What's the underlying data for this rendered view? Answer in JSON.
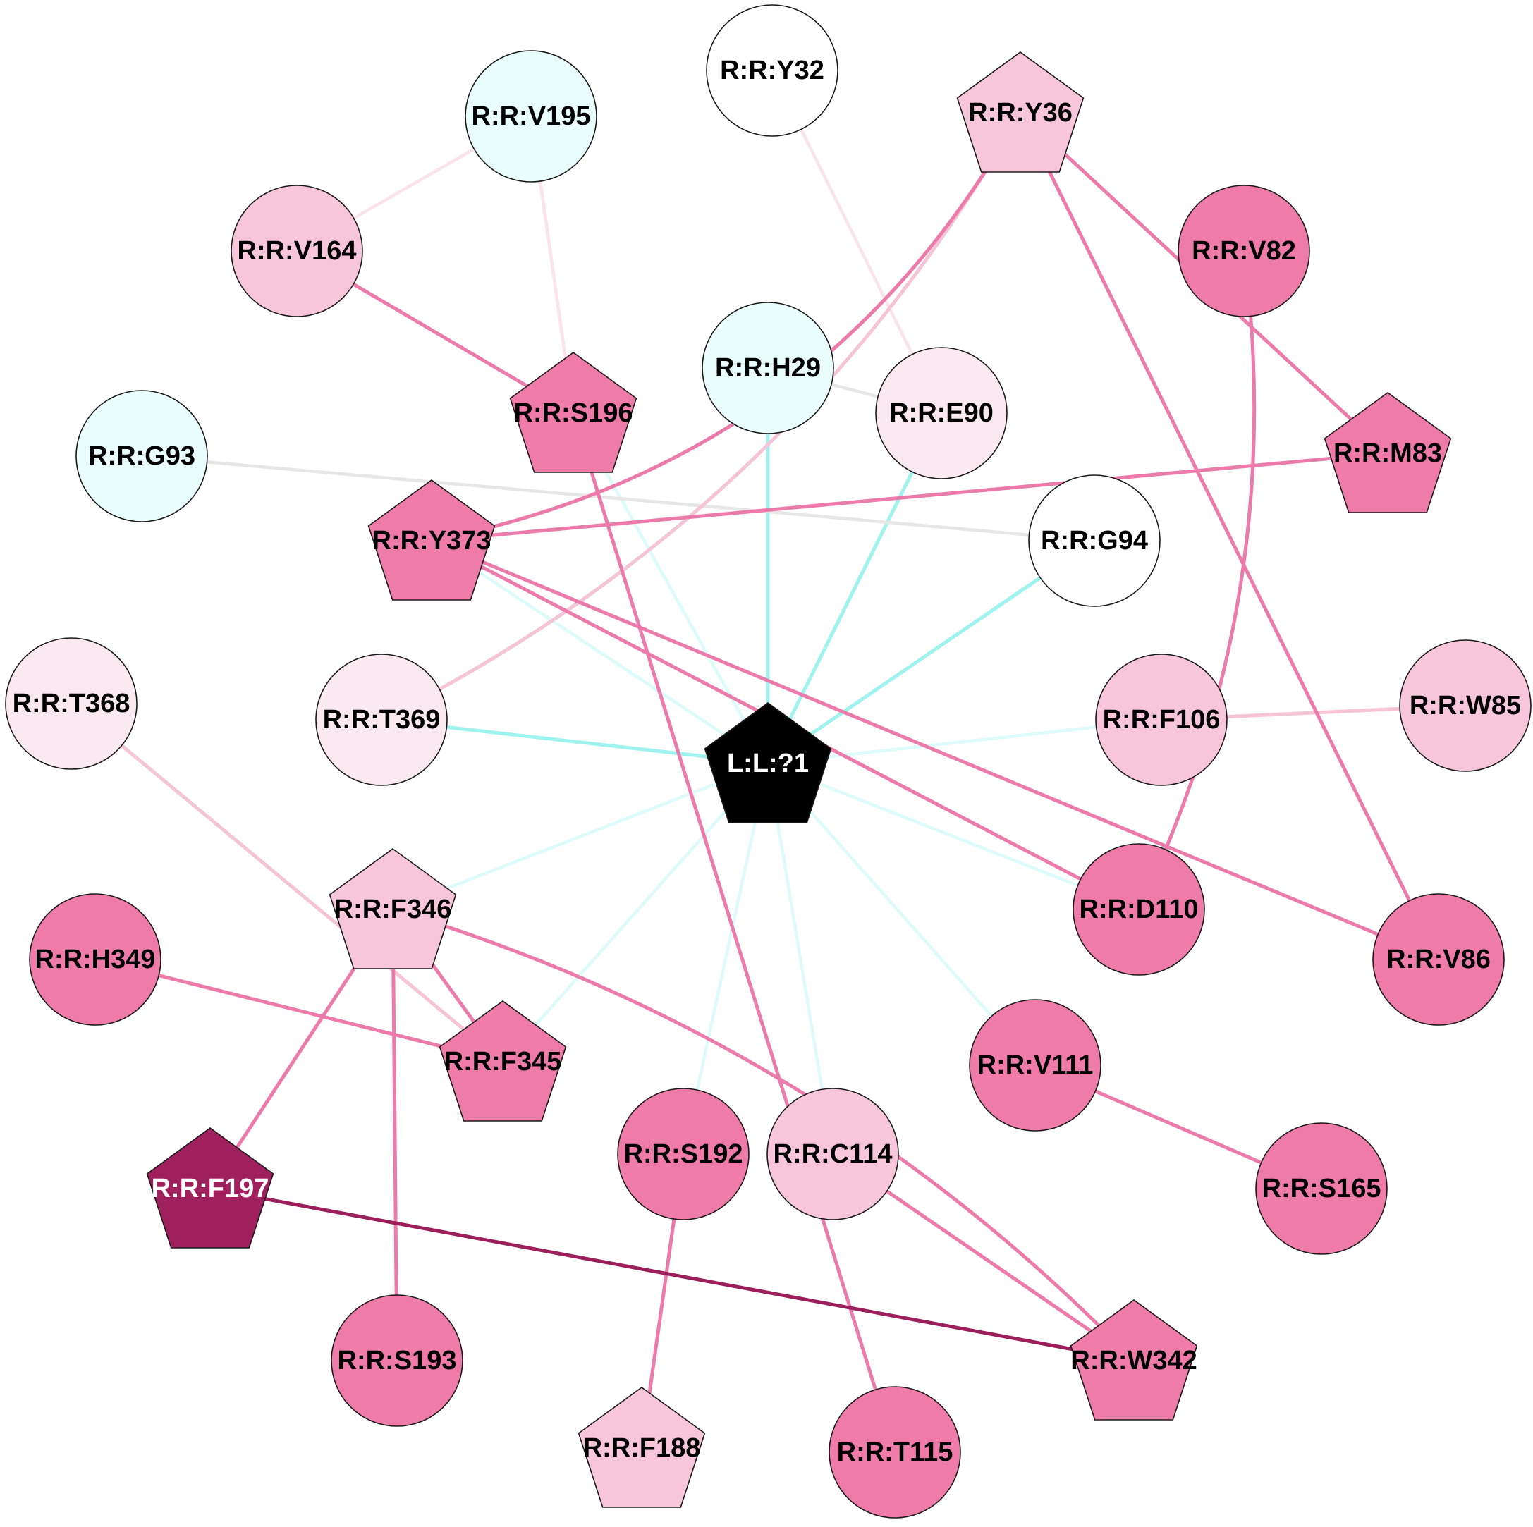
{
  "colors": {
    "white": "#ffffff",
    "cyan_light": "#e8fdfc",
    "pink_pale": "#fbe9f1",
    "pink_light": "#f8c6da",
    "pink": "#ef7ba9",
    "magenta_dark": "#a0205e",
    "black": "#000000",
    "edge_cyan": "#9ef3ef",
    "edge_cyan_faint": "#dcfbfa",
    "edge_grey": "#e6e6e6",
    "edge_pink_faint": "#fbe3ec",
    "edge_pink_light": "#f6c4d7",
    "edge_pink": "#ec7aaa",
    "edge_magenta": "#9c1f5c"
  },
  "nodes": [
    {
      "id": "Y32",
      "label": "R:R:Y32",
      "shape": "circle",
      "fill": "white"
    },
    {
      "id": "V195",
      "label": "R:R:V195",
      "shape": "circle",
      "fill": "cyan_light"
    },
    {
      "id": "Y36",
      "label": "R:R:Y36",
      "shape": "pentagon",
      "fill": "pink_light"
    },
    {
      "id": "V164",
      "label": "R:R:V164",
      "shape": "circle",
      "fill": "pink_light"
    },
    {
      "id": "V82",
      "label": "R:R:V82",
      "shape": "circle",
      "fill": "pink"
    },
    {
      "id": "H29",
      "label": "R:R:H29",
      "shape": "circle",
      "fill": "cyan_light"
    },
    {
      "id": "E90",
      "label": "R:R:E90",
      "shape": "circle",
      "fill": "pink_pale"
    },
    {
      "id": "S196",
      "label": "R:R:S196",
      "shape": "pentagon",
      "fill": "pink"
    },
    {
      "id": "G93",
      "label": "R:R:G93",
      "shape": "circle",
      "fill": "cyan_light"
    },
    {
      "id": "M83",
      "label": "R:R:M83",
      "shape": "pentagon",
      "fill": "pink"
    },
    {
      "id": "Y373",
      "label": "R:R:Y373",
      "shape": "pentagon",
      "fill": "pink"
    },
    {
      "id": "G94",
      "label": "R:R:G94",
      "shape": "circle",
      "fill": "white"
    },
    {
      "id": "T368",
      "label": "R:R:T368",
      "shape": "circle",
      "fill": "pink_pale"
    },
    {
      "id": "T369",
      "label": "R:R:T369",
      "shape": "circle",
      "fill": "pink_pale"
    },
    {
      "id": "F106",
      "label": "R:R:F106",
      "shape": "circle",
      "fill": "pink_light"
    },
    {
      "id": "W85",
      "label": "R:R:W85",
      "shape": "circle",
      "fill": "pink_light"
    },
    {
      "id": "L1",
      "label": "L:L:?1",
      "shape": "pentagon",
      "fill": "black",
      "text": "white"
    },
    {
      "id": "F346",
      "label": "R:R:F346",
      "shape": "pentagon",
      "fill": "pink_light"
    },
    {
      "id": "D110",
      "label": "R:R:D110",
      "shape": "circle",
      "fill": "pink"
    },
    {
      "id": "H349",
      "label": "R:R:H349",
      "shape": "circle",
      "fill": "pink"
    },
    {
      "id": "V86",
      "label": "R:R:V86",
      "shape": "circle",
      "fill": "pink"
    },
    {
      "id": "F345",
      "label": "R:R:F345",
      "shape": "pentagon",
      "fill": "pink"
    },
    {
      "id": "V111",
      "label": "R:R:V111",
      "shape": "circle",
      "fill": "pink"
    },
    {
      "id": "F197",
      "label": "R:R:F197",
      "shape": "pentagon",
      "fill": "magenta_dark",
      "text": "white"
    },
    {
      "id": "S192",
      "label": "R:R:S192",
      "shape": "circle",
      "fill": "pink"
    },
    {
      "id": "C114",
      "label": "R:R:C114",
      "shape": "circle",
      "fill": "pink_light"
    },
    {
      "id": "S165",
      "label": "R:R:S165",
      "shape": "circle",
      "fill": "pink"
    },
    {
      "id": "S193",
      "label": "R:R:S193",
      "shape": "circle",
      "fill": "pink"
    },
    {
      "id": "W342",
      "label": "R:R:W342",
      "shape": "pentagon",
      "fill": "pink"
    },
    {
      "id": "F188",
      "label": "R:R:F188",
      "shape": "pentagon",
      "fill": "pink_light"
    },
    {
      "id": "T115",
      "label": "R:R:T115",
      "shape": "circle",
      "fill": "pink"
    }
  ],
  "edges": [
    {
      "source": "L1",
      "target": "H29",
      "color": "edge_cyan"
    },
    {
      "source": "L1",
      "target": "E90",
      "color": "edge_cyan"
    },
    {
      "source": "L1",
      "target": "G94",
      "color": "edge_cyan"
    },
    {
      "source": "L1",
      "target": "T369",
      "color": "edge_cyan"
    },
    {
      "source": "L1",
      "target": "F106",
      "color": "edge_cyan_faint"
    },
    {
      "source": "L1",
      "target": "Y373",
      "color": "edge_cyan_faint"
    },
    {
      "source": "L1",
      "target": "S196",
      "color": "edge_cyan_faint"
    },
    {
      "source": "L1",
      "target": "F346",
      "color": "edge_cyan_faint"
    },
    {
      "source": "L1",
      "target": "F345",
      "color": "edge_cyan_faint"
    },
    {
      "source": "L1",
      "target": "S192",
      "color": "edge_cyan_faint"
    },
    {
      "source": "L1",
      "target": "C114",
      "color": "edge_cyan_faint"
    },
    {
      "source": "L1",
      "target": "V111",
      "color": "edge_cyan_faint"
    },
    {
      "source": "L1",
      "target": "D110",
      "color": "edge_cyan_faint"
    },
    {
      "source": "H29",
      "target": "E90",
      "color": "edge_grey"
    },
    {
      "source": "G93",
      "target": "G94",
      "color": "edge_grey"
    },
    {
      "source": "Y32",
      "target": "E90",
      "color": "edge_pink_faint"
    },
    {
      "source": "V195",
      "target": "V164",
      "color": "edge_pink_faint"
    },
    {
      "source": "V195",
      "target": "S196",
      "color": "edge_pink_faint"
    },
    {
      "source": "T368",
      "target": "F345",
      "color": "edge_pink_light"
    },
    {
      "source": "F106",
      "target": "W85",
      "color": "edge_pink_light"
    },
    {
      "source": "T369",
      "target": "Y36",
      "color": "edge_pink_light",
      "bend": 95
    },
    {
      "source": "V164",
      "target": "S196",
      "color": "edge_pink"
    },
    {
      "source": "Y36",
      "target": "Y373",
      "color": "edge_pink",
      "bend": -120
    },
    {
      "source": "Y36",
      "target": "M83",
      "color": "edge_pink"
    },
    {
      "source": "Y36",
      "target": "V86",
      "color": "edge_pink"
    },
    {
      "source": "V82",
      "target": "D110",
      "color": "edge_pink",
      "bend": -70
    },
    {
      "source": "M83",
      "target": "Y373",
      "color": "edge_pink"
    },
    {
      "source": "Y373",
      "target": "D110",
      "color": "edge_pink"
    },
    {
      "source": "Y373",
      "target": "V86",
      "color": "edge_pink"
    },
    {
      "source": "S196",
      "target": "T115",
      "color": "edge_pink"
    },
    {
      "source": "H349",
      "target": "F345",
      "color": "edge_pink"
    },
    {
      "source": "F346",
      "target": "F345",
      "color": "edge_pink"
    },
    {
      "source": "F346",
      "target": "F197",
      "color": "edge_pink"
    },
    {
      "source": "F346",
      "target": "S193",
      "color": "edge_pink"
    },
    {
      "source": "F346",
      "target": "W342",
      "color": "edge_pink",
      "bend": -80
    },
    {
      "source": "V111",
      "target": "S165",
      "color": "edge_pink"
    },
    {
      "source": "S192",
      "target": "F188",
      "color": "edge_pink"
    },
    {
      "source": "C114",
      "target": "W342",
      "color": "edge_pink"
    },
    {
      "source": "F197",
      "target": "W342",
      "color": "edge_magenta"
    }
  ]
}
